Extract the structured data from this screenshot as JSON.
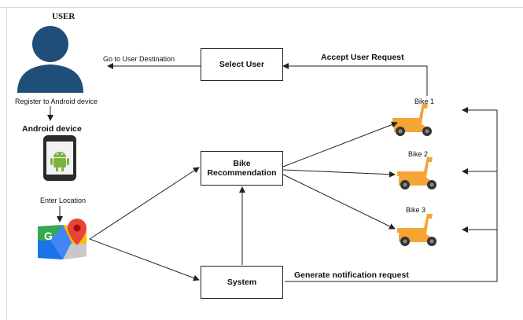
{
  "user_label": "USER",
  "boxes": {
    "select_user": "Select User",
    "bike_recommendation_line1": "Bike",
    "bike_recommendation_line2": "Recommendation",
    "system": "System"
  },
  "edge_labels": {
    "go_to_destination": "Go to User Destination",
    "accept_request": "Accept User Request",
    "register": "Register to Android device",
    "enter_location": "Enter Location",
    "generate_notification": "Generate notification request"
  },
  "android_device_label": "Android device",
  "bikes": [
    "Bike 1",
    "Bike 2",
    "Bike 3"
  ],
  "colors": {
    "user_icon": "#1f4e79",
    "scooter": "#f4a533",
    "stroke": "#222222",
    "android_green": "#7cb342"
  },
  "icons": [
    "user-icon",
    "android-phone-icon",
    "google-maps-icon",
    "scooter-icon"
  ]
}
